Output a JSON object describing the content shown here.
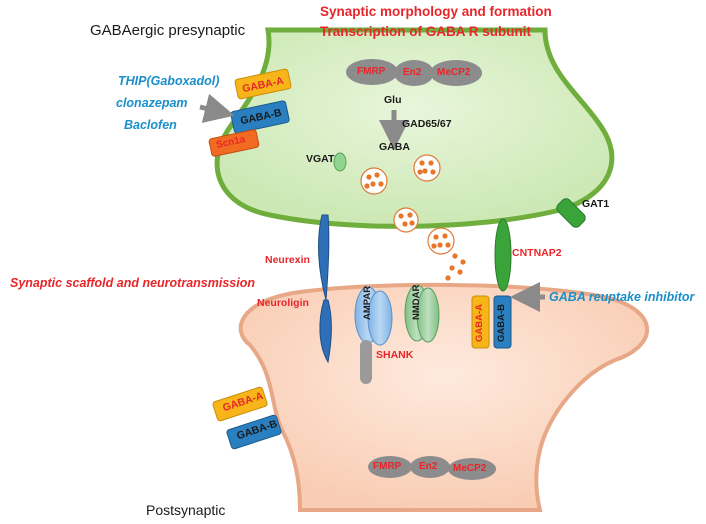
{
  "titles": {
    "presynaptic": "GABAergic presynaptic",
    "postsynaptic": "Postsynaptic",
    "morphology": "Synaptic morphology and formation",
    "transcription": "Transcription of GABA R subunit",
    "scaffold": "Synaptic scaffold and neurotransmission"
  },
  "drugs": {
    "thip": "THIP(Gaboxadol)",
    "clonazepam": "clonazepam",
    "baclofen": "Baclofen",
    "reuptake": "GABA reuptake inhibitor"
  },
  "pre_proteins": {
    "fmrp": "FMRP",
    "en2": "En2",
    "mecp2": "MeCP2"
  },
  "post_proteins": {
    "fmrp": "FMRP",
    "en2": "En2",
    "mecp2": "MeCP2"
  },
  "receptors": {
    "pre_gaba_a": "GABA-A",
    "pre_gaba_b": "GABA-B",
    "scn1a": "Scn1a",
    "cleft_gaba_a": "GABA-A",
    "cleft_gaba_b": "GABA-B",
    "post_gaba_a": "GABA-A",
    "post_gaba_b": "GABA-B",
    "ampar": "AMPAR",
    "nmdar": "NMDAR"
  },
  "labels": {
    "glu": "Glu",
    "gad": "GAD65/67",
    "gaba": "GABA",
    "vgat": "VGAT",
    "gat1": "GAT1",
    "cntnap2": "CNTNAP2",
    "neurexin": "Neurexin",
    "neuroligin": "Neuroligin",
    "shank": "SHANK"
  },
  "colors": {
    "pre_fill": "#d5edc0",
    "pre_stroke": "#7cb84a",
    "post_fill": "#fcd8c4",
    "post_stroke": "#e0a080",
    "gaba_a": "#f7b519",
    "gaba_b": "#2a7fc0",
    "scn1a": "#f26b22",
    "label_red": "#e8262a",
    "drug_blue": "#1a8fc9"
  }
}
